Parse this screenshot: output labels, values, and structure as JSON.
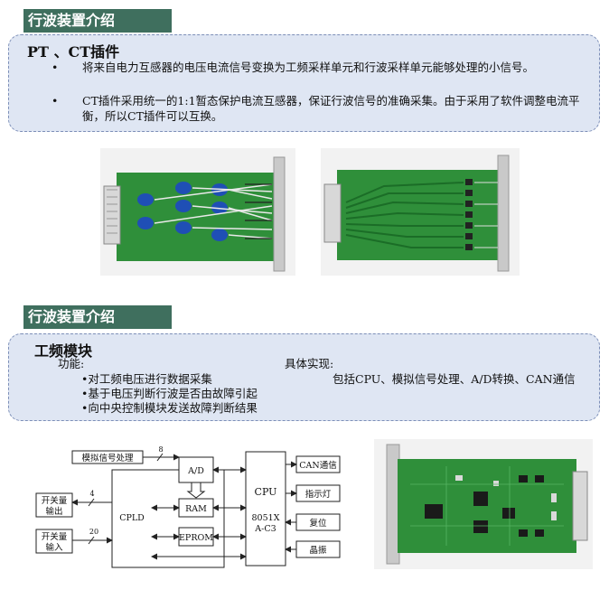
{
  "section1": {
    "title": "行波装置介绍",
    "heading": "PT 、CT插件",
    "bullets": [
      {
        "marker": "•",
        "text": "将来自电力互感器的电压电流信号变换为工频采样单元和行波采样单元能够处理的小信号。"
      },
      {
        "marker": "•",
        "text": "CT插件采用统一的1:1暂态保护电流互感器，保证行波信号的准确采集。由于采用了软件调整电流平衡，所以CT插件可以互换。"
      }
    ]
  },
  "section2": {
    "title": "行波装置介绍",
    "heading": "工频模块",
    "function_label": "功能:",
    "functions": [
      "•对工频电压进行数据采集",
      "•基于电压判断行波是否由故障引起",
      "•向中央控制模块发送故障判断结果"
    ],
    "impl_label": "具体实现:",
    "impl_text": "包括CPU、模拟信号处理、A/D转换、CAN通信"
  },
  "diagram": {
    "analog": "模拟信号处理",
    "bus8": "8",
    "ad": "A/D",
    "ram": "RAM",
    "eprom": "EPROM",
    "cpld": "CPLD",
    "cpu": "CPU",
    "cpu_model1": "8051X",
    "cpu_model2": "A-C3",
    "switch_out1": "开关量",
    "switch_out2": "输出",
    "bus4": "4",
    "switch_in1": "开关量",
    "switch_in2": "输入",
    "bus20": "20",
    "can": "CAN通信",
    "lamp": "指示灯",
    "reset": "复位",
    "crystal": "晶振"
  },
  "colors": {
    "title_bg": "#3f6f5e",
    "panel_bg": "#dfe6f3",
    "panel_border": "#7d8fb8",
    "pcb": "#2f8f3a"
  }
}
